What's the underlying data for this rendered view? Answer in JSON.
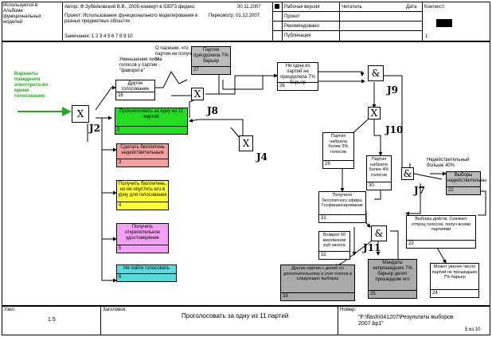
{
  "header": {
    "used_in": "Используется в:",
    "used_in_value": "Альбоме\nфункциональных\nмоделей",
    "author": "Автор:  Ф.Зубейковский В.В., 2005-конверт в IDEF3 фидекс",
    "date": "30.11.2007",
    "project": "Проект:  Использование функционального моделирования в разных предметных областях",
    "revised": "Пересмотр: 01.12.2007",
    "notes": "Замечания:  1  2  3  4  5  6  7  8  9  10",
    "working": "Рабочая версия",
    "reader": "Читатель",
    "date_col": "Дата",
    "context": "Контекст:",
    "draft": "Проект",
    "recommended": "Рекомендовано",
    "publication": "Публикация",
    "ctx_num": "1"
  },
  "side_label": "Варианты поведения электората во время голосования",
  "junctions": {
    "j2": "J2",
    "j8": "J8",
    "j4": "J4",
    "j9": "J9",
    "j10": "J10",
    "j7": "J7",
    "j11": "J11"
  },
  "units": [
    {
      "id": "u27",
      "text": "Партия преодолела 7% барьер",
      "num": "27"
    },
    {
      "id": "u28",
      "text": "Другое голосование",
      "num": "28"
    },
    {
      "id": "u26",
      "text": "Ни одна из партий не преодолела 7% барьер",
      "num": "26"
    },
    {
      "id": "u2",
      "text": "Проголосовать за одну из 11 партий",
      "num": "2"
    },
    {
      "id": "u3",
      "text": "Сделать бюллетень недействительным",
      "num": "3"
    },
    {
      "id": "u4",
      "text": "Получить бюллетень, но не опустить его в урну для голосования",
      "num": "4"
    },
    {
      "id": "u5",
      "text": "Получить открепительное удостоверение",
      "num": "5"
    },
    {
      "id": "u6",
      "text": "Не пойти голосовать",
      "num": "6"
    },
    {
      "id": "u29",
      "text": "Партия набрала более 3% голосов",
      "num": "29"
    },
    {
      "id": "u30",
      "text": "Партия набрала более 4% голосов",
      "num": "30"
    },
    {
      "id": "u22",
      "text": "Выборы недействительны",
      "num": "22"
    },
    {
      "id": "u31",
      "text": "Получено бесплатного эфира, Госфинансирование",
      "num": "31"
    },
    {
      "id": "u32",
      "text": "Возврат 60 миллионов руб залога",
      "num": "32"
    },
    {
      "id": "u23",
      "text": "Выборы действ. Снижает отпроц голосов, получ всеми партиями",
      "num": "23"
    },
    {
      "id": "u33",
      "text": "Другие партии с долей по дополнительному и учет голоса в следующих выборах",
      "num": "33"
    },
    {
      "id": "u25",
      "text": "Мандаты непрошедших 7% барьер делят прошедшие его",
      "num": "25"
    },
    {
      "id": "u24",
      "text": "Может увелич число партий не прошедших 7% барьер",
      "num": "24"
    }
  ],
  "notes_text": {
    "fear": "О пасении, что партия не получит 7 %",
    "reduce": "Уменьшение числа голосов у партии - \"фаворита\"",
    "invalid": "Недействительный больше 40%"
  },
  "footer": {
    "node": "Узел:",
    "node_value": "1.5",
    "title_label": "Заголовок:",
    "title": "Проголосовать за одну из 11 партий",
    "number_label": "Номер:",
    "number": "\"F:\\flash\\041207\\Результаты выборов 2007.bp1\"",
    "page": "5 из 10"
  }
}
